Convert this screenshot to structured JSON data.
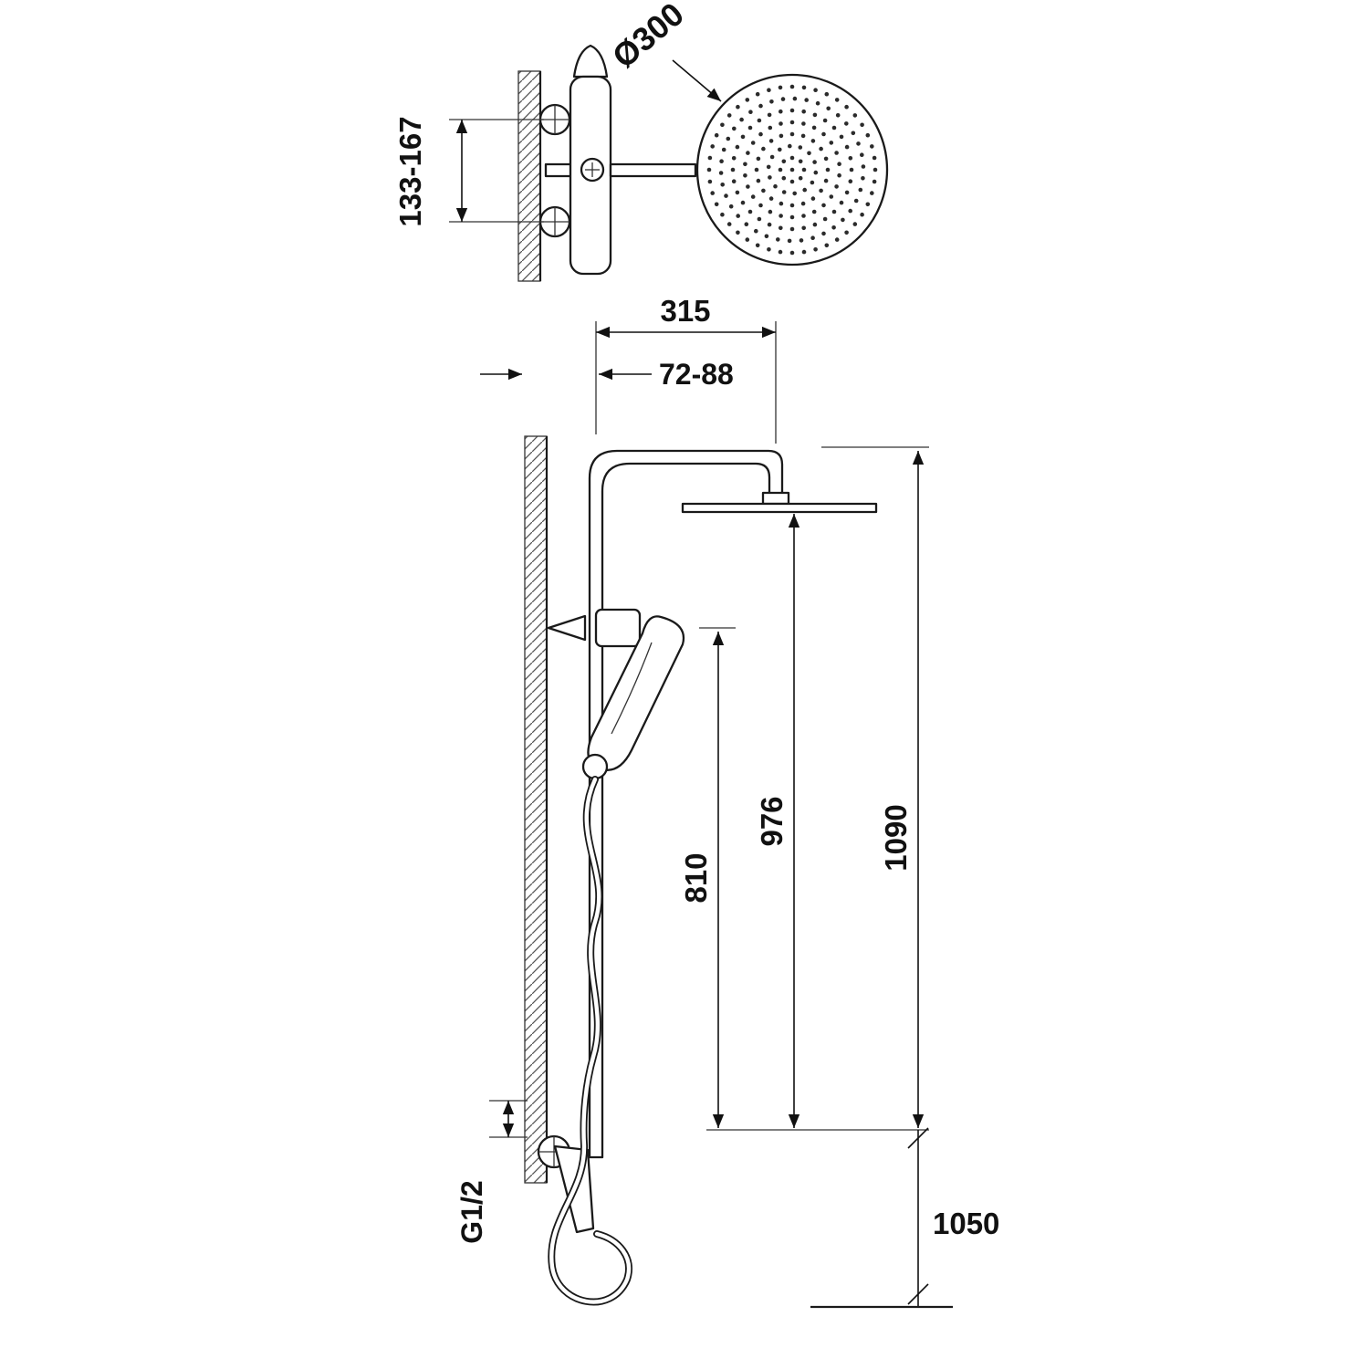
{
  "colors": {
    "background": "#ffffff",
    "line": "#1a1a1a",
    "dimension_text": "#111111"
  },
  "dimensions": {
    "head_diameter": "Ø300",
    "inlet_span": "133-167",
    "head_reach": "315",
    "wall_to_column": "72-88",
    "head_underside_height": "976",
    "handshower_height": "810",
    "column_top_height": "1090",
    "mixer_floor_height": "1050",
    "thread_size": "G1/2"
  }
}
